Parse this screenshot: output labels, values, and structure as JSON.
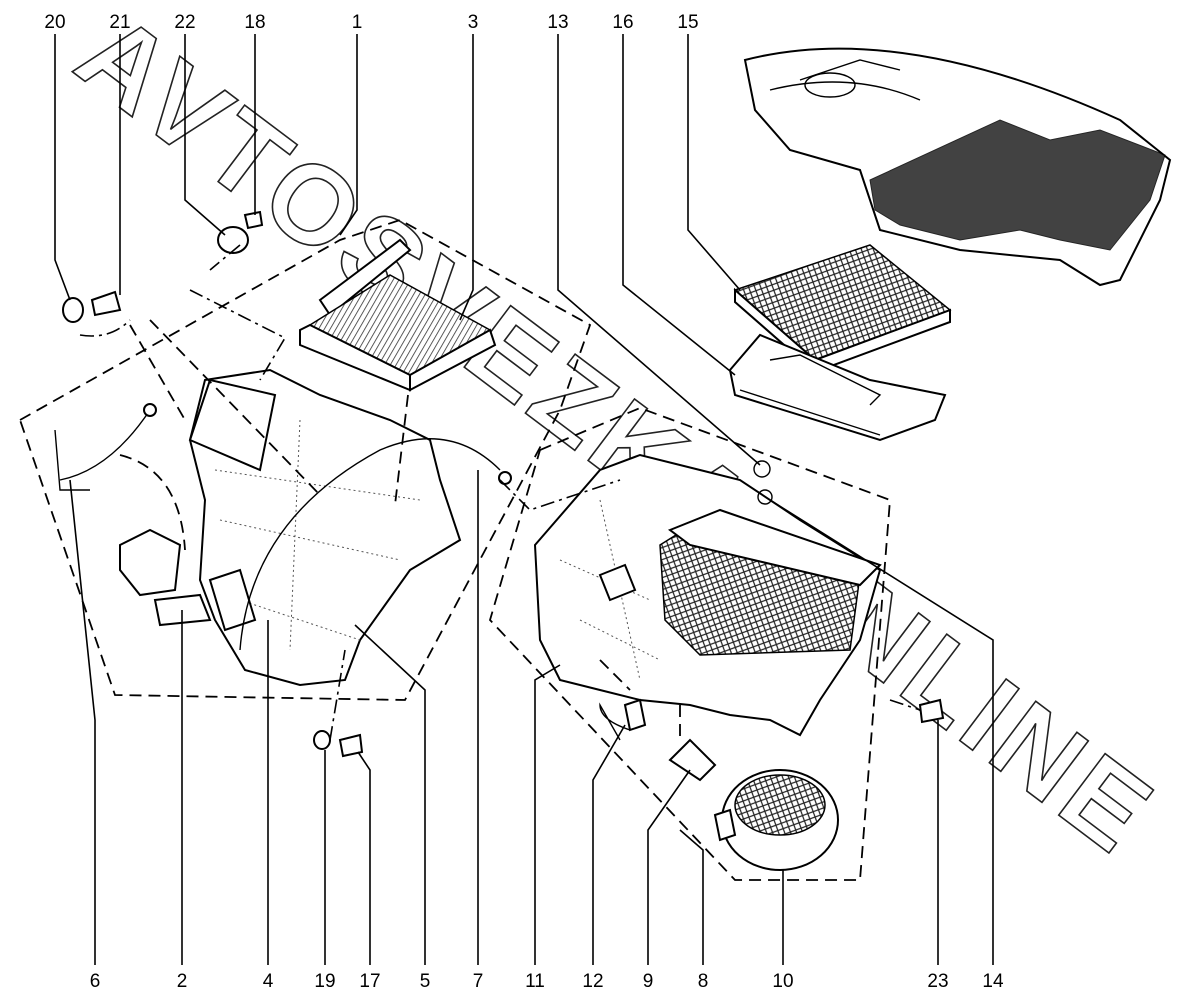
{
  "diagram": {
    "title": "Heater / air conditioning unit exploded view",
    "watermark": "AVTOSVEZKA.ONLINE",
    "callouts_top": [
      "20",
      "21",
      "22",
      "18",
      "1",
      "3",
      "13",
      "16",
      "15"
    ],
    "callouts_bottom": [
      "6",
      "2",
      "4",
      "19",
      "17",
      "5",
      "7",
      "11",
      "12",
      "9",
      "8",
      "10",
      "23",
      "14"
    ]
  }
}
